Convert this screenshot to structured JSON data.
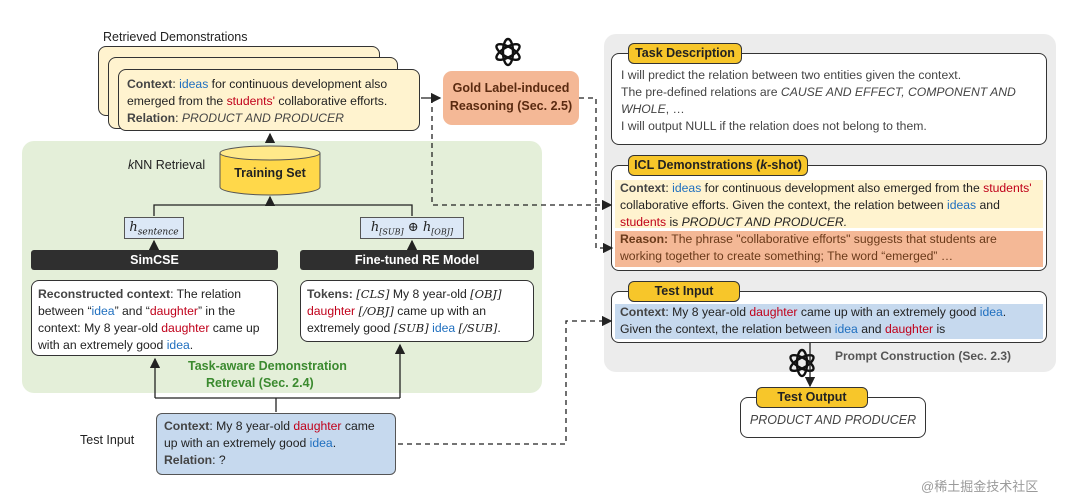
{
  "retrieved_demos": {
    "title": "Retrieved Demonstrations",
    "context_label": "Context",
    "c1": "ideas",
    "c2": " for continuous development also emerged from the ",
    "c3": "students'",
    "c4": " collaborative efforts.",
    "relation_label": "Relation",
    "relation_value": "PRODUCT AND PRODUCER"
  },
  "gold_reasoning": {
    "line1": "Gold Label-induced",
    "line2": "Reasoning (Sec. 2.5)"
  },
  "retrieval": {
    "knn_k": "k",
    "knn_rest": "NN Retrieval",
    "training_set": "Training Set",
    "h_sentence": "h",
    "h_sentence_sub": "sentence",
    "h_sub": "h",
    "h_sub_sub": "[SUB]",
    "oplus": "⊕",
    "h_obj": "h",
    "h_obj_sub": "[OBJ]",
    "simcse": "SimCSE",
    "re_model": "Fine-tuned RE Model",
    "recon_label": "Reconstructed context",
    "recon_1": ": The relation between “",
    "recon_idea": "idea",
    "recon_2": "” and “",
    "recon_daughter": "daughter",
    "recon_3": "” in the context: My 8 year-old ",
    "recon_daughter2": "daughter",
    "recon_4": " came up with an extremely good ",
    "recon_idea2": "idea",
    "recon_5": ".",
    "tokens_label": "Tokens:",
    "tok_cls": "[CLS]",
    "tok_1": " My 8 year-old ",
    "tok_obj": "[OBJ]",
    "tok_daughter": "daughter",
    "tok_obj_end": "[/OBJ]",
    "tok_2": " came up with an extremely good ",
    "tok_sub": "[SUB]",
    "tok_idea": "idea",
    "tok_sub_end": "[/SUB]",
    "tok_3": ".",
    "panel_label_1": "Task-aware Demonstration",
    "panel_label_2": "Retreval (Sec. 2.4)"
  },
  "test_input_left": {
    "side_label": "Test Input",
    "context_label": "Context",
    "t1": ": My 8 year-old ",
    "daughter": "daughter",
    "t2": " came up with an extremely good ",
    "idea": "idea",
    "t3": ".",
    "relation_label": "Relation",
    "relation_value": ": ?"
  },
  "prompt": {
    "task_desc_tag": "Task Description",
    "td1": "I will predict the relation between two entities given the context.",
    "td2": "The pre-defined relations are ",
    "td2_italic": "CAUSE AND EFFECT, COMPONENT AND WHOLE",
    "td2_end": ", …",
    "td3": "I will output NULL if the relation does not belong to them.",
    "icl_tag": "ICL Demonstrations (",
    "icl_k": "k",
    "icl_tag_end": "-shot)",
    "icl_context_label": "Context",
    "icl_1": ": ",
    "icl_ideas": "ideas",
    "icl_2": " for continuous development also emerged from the ",
    "icl_students": "students'",
    "icl_3": " collaborative efforts. Given the context, the relation between ",
    "icl_ideas2": "ideas",
    "icl_4": " and ",
    "icl_students2": "students",
    "icl_5": " is ",
    "icl_rel": "PRODUCT AND PRODUCER.",
    "reason_label": "Reason:",
    "reason_text": " The phrase \"collaborative efforts\" suggests that students are working together to create something; The word “emerged” …",
    "test_tag": "Test Input",
    "ti_context_label": "Context",
    "ti_1": ": My 8 year-old ",
    "ti_daughter": "daughter",
    "ti_2": " came up with an extremely good ",
    "ti_idea": "idea",
    "ti_3": ". Given the context, the relation between ",
    "ti_idea2": "idea",
    "ti_4": " and ",
    "ti_daughter2": "daughter",
    "ti_5": " is",
    "construction": "Prompt Construction (Sec. 2.3)"
  },
  "output": {
    "tag": "Test Output",
    "value": "PRODUCT AND PRODUCER"
  },
  "watermark": "@稀土掘金技术社区",
  "colors": {
    "green_panel": "#e4efd9",
    "gray_panel": "#ececec",
    "yellow_card": "#fff3cf",
    "orange": "#f4b896",
    "tag_yellow": "#f7c62a",
    "blue_box": "#c6d9ee",
    "entity_blue": "#1f6fbf",
    "entity_red": "#c0001a"
  }
}
